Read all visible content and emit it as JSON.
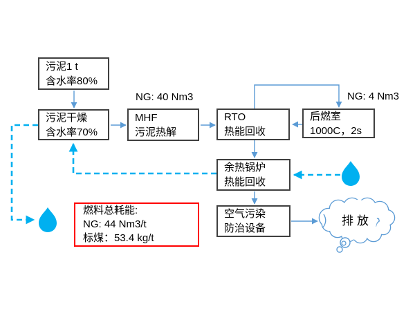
{
  "colors": {
    "box_border": "#3f3f3f",
    "arrow_blue": "#5b9bd5",
    "dashed_cyan": "#00b0f0",
    "droplet_fill": "#00b0f0",
    "cloud_stroke": "#5b9bd5",
    "red_border": "#ff0000",
    "text": "#000000"
  },
  "nodes": {
    "sludge_input": {
      "line1": "污泥1 t",
      "line2": "含水率80%"
    },
    "sludge_drying": {
      "line1": "污泥干燥",
      "line2": "含水率70%"
    },
    "mhf": {
      "line1": "MHF",
      "line2": "污泥热解"
    },
    "rto": {
      "line1": "RTO",
      "line2": "热能回收"
    },
    "afterburner": {
      "line1": "后燃室",
      "line2": "1000C，2s"
    },
    "waste_heat_boiler": {
      "line1": "余热锅炉",
      "line2": "热能回收"
    },
    "air_pollution_control": {
      "line1": "空气污染",
      "line2": "防治设备"
    }
  },
  "labels": {
    "ng_mhf": "NG: 40 Nm3",
    "ng_afterburner": "NG: 4 Nm3"
  },
  "fuel_summary": {
    "line1": "燃料总耗能:",
    "line2": "NG: 44 Nm3/t",
    "line3": "标煤：53.4 kg/t"
  },
  "cloud": {
    "label": "排放"
  }
}
